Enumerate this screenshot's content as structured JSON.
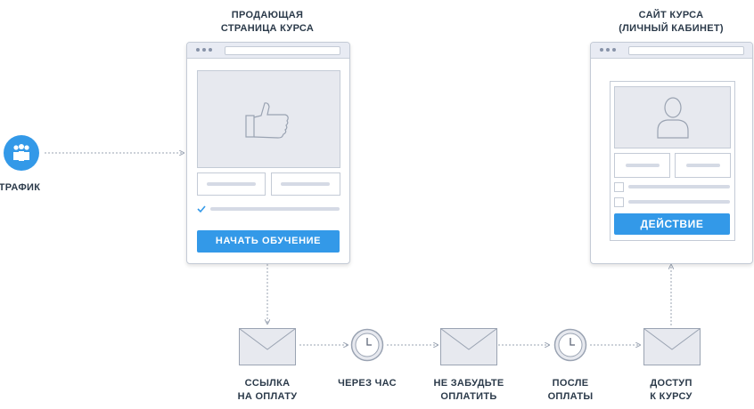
{
  "traffic": {
    "label": "ТРАФИК",
    "icon": "people-icon"
  },
  "sales_page": {
    "title_line1": "ПРОДАЮЩАЯ",
    "title_line2": "СТРАНИЦА КУРСА",
    "cta_label": "НАЧАТЬ ОБУЧЕНИЕ",
    "icon": "thumbs-up-icon"
  },
  "course_site": {
    "title_line1": "САЙТ КУРСА",
    "title_line2": "(ЛИЧНЫЙ КАБИНЕТ)",
    "cta_label": "ДЕЙСТВИЕ",
    "icon": "user-icon"
  },
  "flow": [
    {
      "type": "envelope",
      "line1": "ССЫЛКА",
      "line2": "НА ОПЛАТУ"
    },
    {
      "type": "clock",
      "line1": "ЧЕРЕЗ ЧАС",
      "line2": ""
    },
    {
      "type": "envelope",
      "line1": "НЕ ЗАБУДЬТЕ",
      "line2": "ОПЛАТИТЬ"
    },
    {
      "type": "clock",
      "line1": "ПОСЛЕ",
      "line2": "ОПЛАТЫ"
    },
    {
      "type": "envelope",
      "line1": "ДОСТУП",
      "line2": "К КУРСУ"
    }
  ],
  "colors": {
    "accent": "#3399e8",
    "border": "#c4cbd6",
    "placeholder": "#e7e9ef",
    "text": "#2b3a4a"
  }
}
